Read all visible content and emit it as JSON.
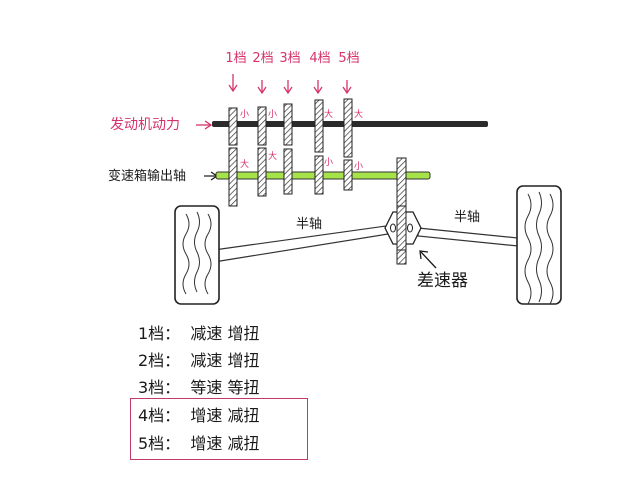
{
  "gear_labels": [
    "1档",
    "2档",
    "3档",
    "4档",
    "5档"
  ],
  "input_shaft_label": "发动机动力",
  "output_shaft_label": "变速箱输出轴",
  "half_shaft_label": "半轴",
  "differential_label": "差速器",
  "upper_marks": [
    "小",
    "小",
    "大",
    "大"
  ],
  "lower_marks": [
    "大",
    "大",
    "小",
    "小"
  ],
  "legend": [
    {
      "gear": "1档：",
      "effect": "减速 增扭"
    },
    {
      "gear": "2档：",
      "effect": "减速 增扭"
    },
    {
      "gear": "3档：",
      "effect": "等速 等扭"
    },
    {
      "gear": "4档：",
      "effect": "增速 减扭"
    },
    {
      "gear": "5档：",
      "effect": "增速 减扭"
    }
  ],
  "colors": {
    "label_pink": "#d6336c",
    "output_shaft": "#a6e24a",
    "legend_box": "#c23a6a"
  }
}
